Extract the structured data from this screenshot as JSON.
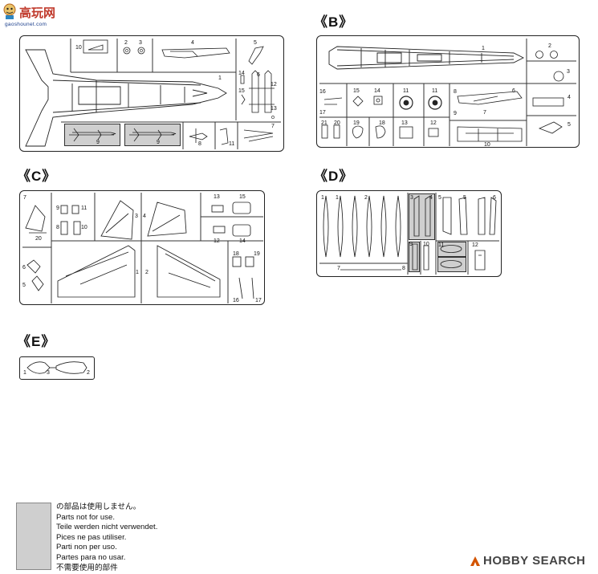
{
  "watermark": {
    "chinese": "高玩网",
    "url": "gaoshounet.com"
  },
  "sprues": {
    "A": {
      "title": "",
      "parts": [
        "1",
        "2",
        "3",
        "4",
        "5",
        "6",
        "7",
        "8",
        "9",
        "10",
        "11",
        "12",
        "13",
        "14",
        "15"
      ]
    },
    "B": {
      "title": "《B》",
      "parts": [
        "1",
        "2",
        "3",
        "4",
        "5",
        "6",
        "7",
        "8",
        "9",
        "10",
        "11",
        "12",
        "13",
        "14",
        "15",
        "16",
        "17",
        "18",
        "19",
        "20",
        "21"
      ]
    },
    "C": {
      "title": "《C》",
      "parts": [
        "1",
        "2",
        "3",
        "4",
        "5",
        "6",
        "7",
        "8",
        "9",
        "10",
        "11",
        "12",
        "13",
        "14",
        "15",
        "16",
        "17",
        "18",
        "19",
        "20"
      ]
    },
    "D": {
      "title": "《D》",
      "parts": [
        "1",
        "2",
        "3",
        "4",
        "5",
        "6",
        "7",
        "8",
        "9",
        "10",
        "11",
        "12"
      ]
    },
    "E": {
      "title": "《E》",
      "parts": [
        "1",
        "2",
        "3"
      ]
    }
  },
  "legend": {
    "lines": [
      "の部品は使用しません。",
      "Parts not for use.",
      "Teile werden nicht verwendet.",
      "Pices  ne pas utiliser.",
      "Parti non per uso.",
      "Partes para no usar.",
      "不需要使用的部件"
    ]
  },
  "brand": {
    "name": "HOBBY SEARCH"
  }
}
